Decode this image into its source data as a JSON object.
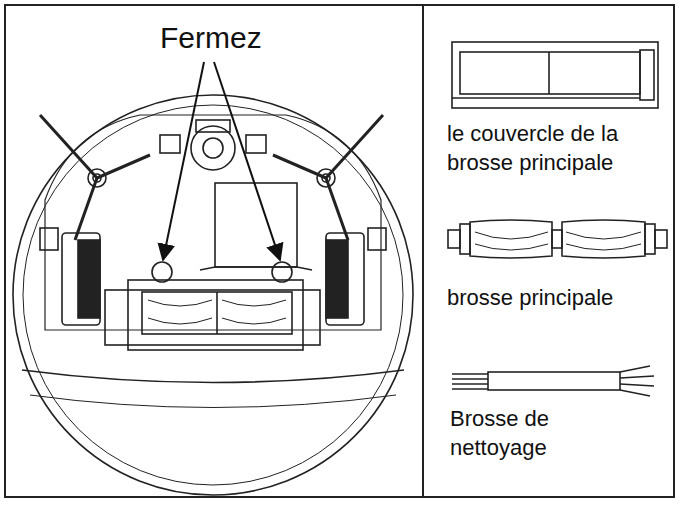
{
  "diagram": {
    "labels": [
      "Fermez",
      "le couvercle de la brosse principale",
      "brosse principale",
      "Brosse de nettoyage"
    ]
  }
}
